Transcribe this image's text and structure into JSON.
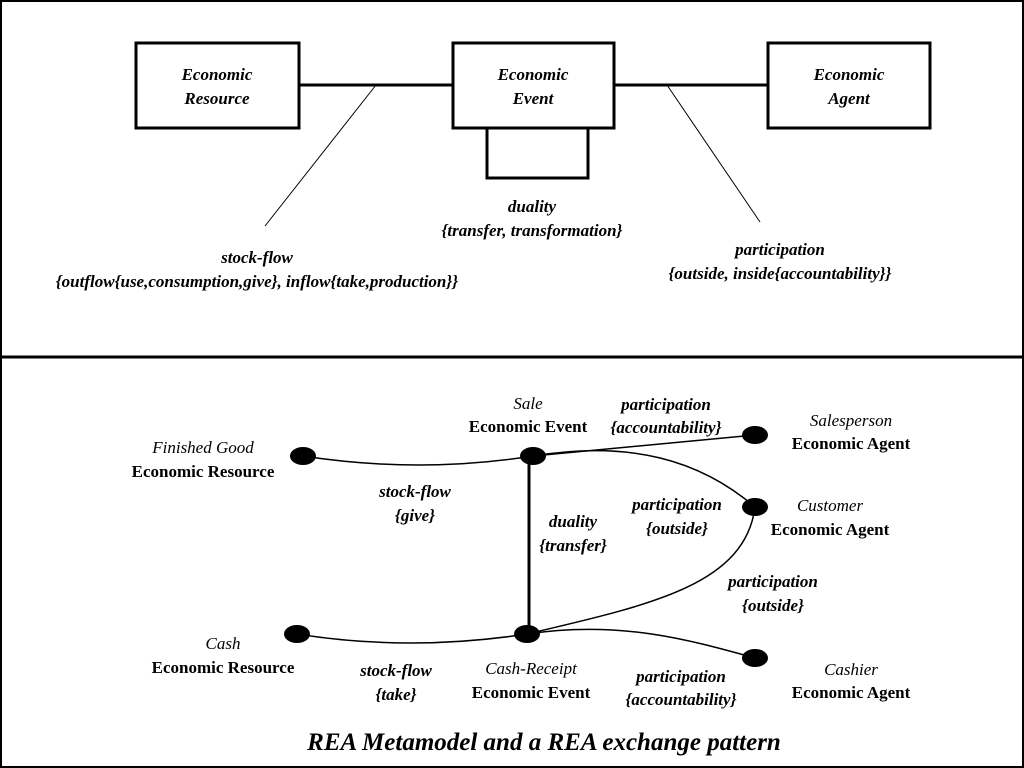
{
  "metamodel": {
    "resource_box": {
      "line1": "Economic",
      "line2": "Resource"
    },
    "event_box": {
      "line1": "Economic",
      "line2": "Event"
    },
    "agent_box": {
      "line1": "Economic",
      "line2": "Agent"
    },
    "duality": {
      "label": "duality",
      "values": "{transfer, transformation}"
    },
    "stock_flow": {
      "label": "stock-flow",
      "values": "{outflow{use,consumption,give}, inflow{take,production}}"
    },
    "participation": {
      "label": "participation",
      "values": "{outside, inside{accountability}}"
    }
  },
  "pattern": {
    "finished_good": {
      "name": "Finished Good",
      "type": "Economic Resource"
    },
    "sale": {
      "name": "Sale",
      "type": "Economic Event"
    },
    "salesperson": {
      "name": "Salesperson",
      "type": "Economic Agent"
    },
    "customer": {
      "name": "Customer",
      "type": "Economic Agent"
    },
    "cash": {
      "name": "Cash",
      "type": "Economic Resource"
    },
    "cash_receipt": {
      "name": "Cash-Receipt",
      "type": "Economic Event"
    },
    "cashier": {
      "name": "Cashier",
      "type": "Economic Agent"
    },
    "sf_give": {
      "label": "stock-flow",
      "values": "{give}"
    },
    "sf_take": {
      "label": "stock-flow",
      "values": "{take}"
    },
    "duality_transfer": {
      "label": "duality",
      "values": "{transfer}"
    },
    "part_sale_salesperson": {
      "label": "participation",
      "values": "{accountability}"
    },
    "part_sale_customer": {
      "label": "participation",
      "values": "{outside}"
    },
    "part_receipt_customer": {
      "label": "participation",
      "values": "{outside}"
    },
    "part_receipt_cashier": {
      "label": "participation",
      "values": "{accountability}"
    }
  },
  "caption": "REA Metamodel and a REA exchange pattern"
}
